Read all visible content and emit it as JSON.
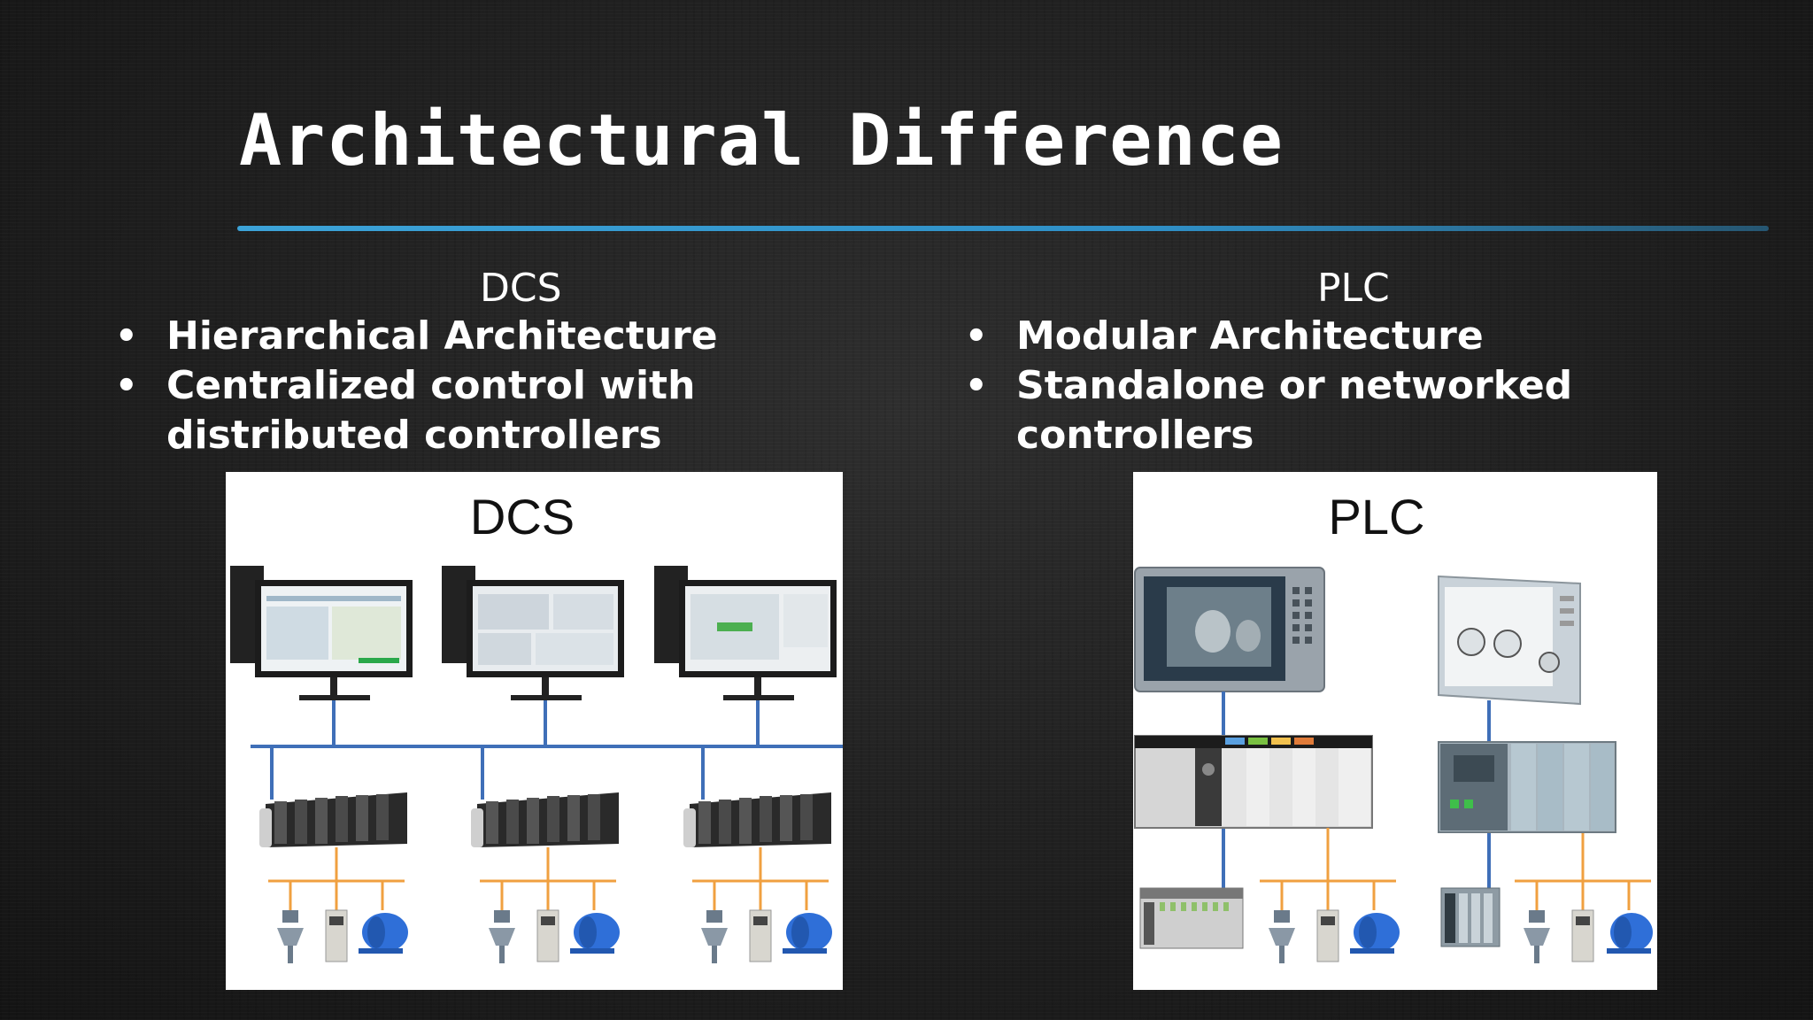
{
  "slide": {
    "title": "Architectural Difference",
    "accent_color": "#3ca3d8"
  },
  "dcs": {
    "heading": "DCS",
    "bullets": [
      "Hierarchical Architecture",
      "Centralized control with distributed controllers"
    ],
    "diagram_title": "DCS"
  },
  "plc": {
    "heading": "PLC",
    "bullets": [
      "Modular Architecture",
      "Standalone or networked controllers"
    ],
    "diagram_title": "PLC"
  },
  "colors": {
    "network_line": "#3f6fb8",
    "field_line": "#f0a040",
    "motor": "#2f6fd8"
  }
}
